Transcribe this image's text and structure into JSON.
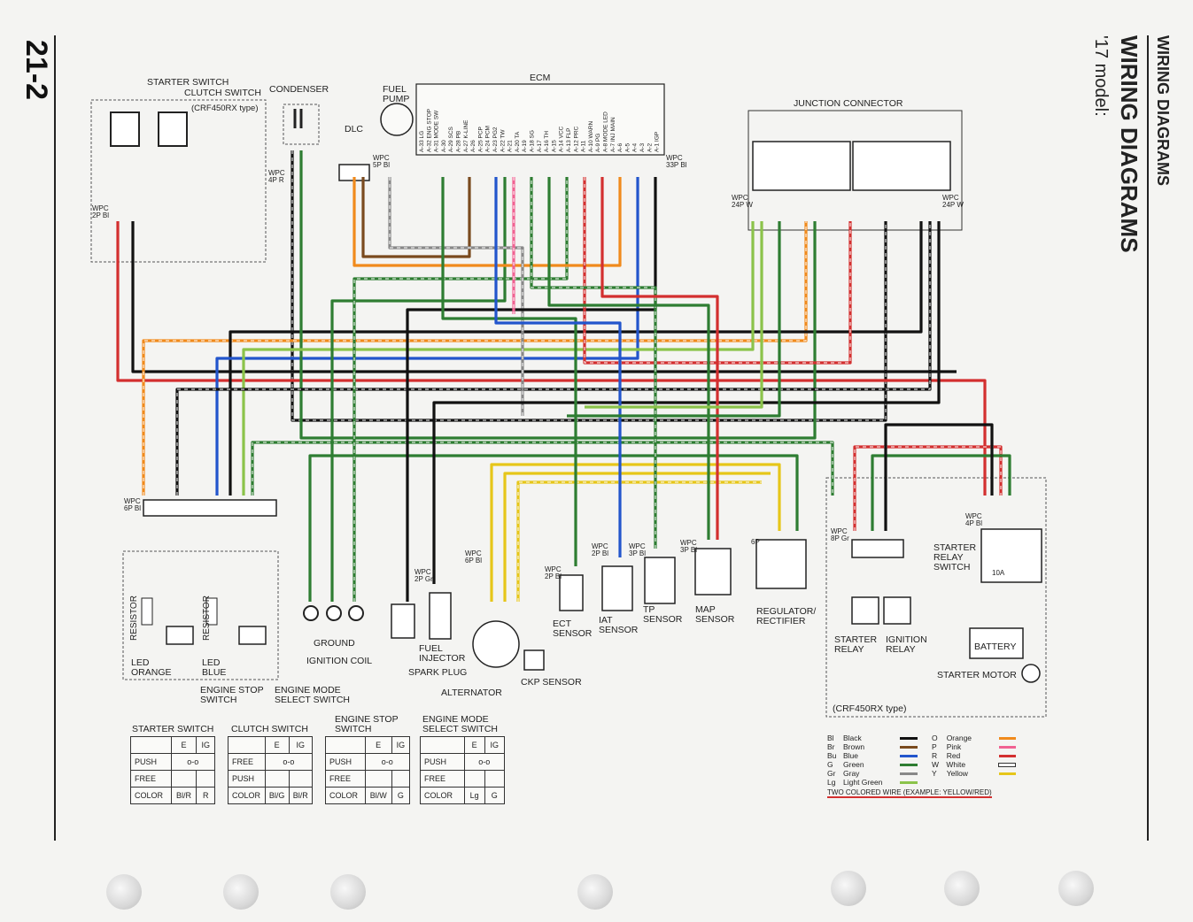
{
  "header": {
    "section": "WIRING DIAGRAMS",
    "title": "WIRING DIAGRAMS",
    "model": "'17 model:",
    "page_number": "21-2"
  },
  "components": {
    "ecm": "ECM",
    "junction_connector": "JUNCTION CONNECTOR",
    "starter_switch": "STARTER SWITCH",
    "clutch_switch": "CLUTCH SWITCH",
    "crf_type": "(CRF450RX type)",
    "condenser": "CONDENSER",
    "fuel_pump": "FUEL PUMP",
    "dlc": "DLC",
    "ground": "GROUND",
    "ignition_coil": "IGNITION COIL",
    "fuel_injector": "FUEL INJECTOR",
    "spark_plug": "SPARK PLUG",
    "alternator": "ALTERNATOR",
    "ckp_sensor": "CKP SENSOR",
    "ect_sensor": "ECT SENSOR",
    "iat_sensor": "IAT SENSOR",
    "tp_sensor": "TP SENSOR",
    "map_sensor": "MAP SENSOR",
    "regulator": "REGULATOR/ RECTIFIER",
    "starter_relay": "STARTER RELAY",
    "ignition_relay": "IGNITION RELAY",
    "starter_relay_switch": "STARTER RELAY SWITCH",
    "battery": "BATTERY",
    "starter_motor": "STARTER MOTOR",
    "crf_type_box": "(CRF450RX type)",
    "resistor": "RESISTOR",
    "led_orange": "LED ORANGE",
    "led_blue": "LED BLUE",
    "engine_stop_switch": "ENGINE STOP SWITCH",
    "engine_mode_select": "ENGINE MODE SELECT SWITCH",
    "fuse": "10A"
  },
  "connectors": {
    "wpc_2p": "WPC 2P Bl",
    "wpc_4p": "WPC 4P R",
    "wpc_5p": "WPC 5P Bl",
    "wpc_33p": "WPC 33P Bl",
    "wpc_24p_w_left": "WPC 24P W",
    "wpc_24p_w_right": "WPC 24P W",
    "wpc_6p": "WPC 6P Bl",
    "wpc_2p_gr": "WPC 2P Gr",
    "wpc_6p_bl": "WPC 6P Bl",
    "wpc_2p_ect": "WPC 2P Bl",
    "wpc_2p_iat": "WPC 2P Bl",
    "wpc_3p_tp": "WPC 3P Bl",
    "wpc_3p_map": "WPC 3P Bl",
    "six_p": "6P",
    "wpc_8p": "WPC 8P Gr",
    "wpc_4p_bl": "WPC 4P Bl"
  },
  "tables": [
    {
      "title": "STARTER SWITCH",
      "cols": [
        "",
        "E",
        "IG"
      ],
      "rows": [
        [
          "PUSH",
          "o-o"
        ],
        [
          "FREE",
          ""
        ],
        [
          "COLOR",
          "Bl/R",
          "R"
        ]
      ]
    },
    {
      "title": "CLUTCH SWITCH",
      "cols": [
        "",
        "E",
        "IG"
      ],
      "rows": [
        [
          "FREE",
          "o-o"
        ],
        [
          "PUSH",
          ""
        ],
        [
          "COLOR",
          "Bl/G",
          "Bl/R"
        ]
      ]
    },
    {
      "title": "ENGINE STOP SWITCH",
      "cols": [
        "",
        "E",
        "IG"
      ],
      "rows": [
        [
          "PUSH",
          "o-o"
        ],
        [
          "FREE",
          ""
        ],
        [
          "COLOR",
          "Bl/W",
          "G"
        ]
      ]
    },
    {
      "title": "ENGINE MODE SELECT SWITCH",
      "cols": [
        "",
        "E",
        "IG"
      ],
      "rows": [
        [
          "PUSH",
          "o-o"
        ],
        [
          "FREE",
          ""
        ],
        [
          "COLOR",
          "Lg",
          "G"
        ]
      ]
    }
  ],
  "legend": {
    "left": [
      {
        "code": "Bl",
        "name": "Black",
        "color": "#111111"
      },
      {
        "code": "Br",
        "name": "Brown",
        "color": "#7a4a1e"
      },
      {
        "code": "Bu",
        "name": "Blue",
        "color": "#2255cc"
      },
      {
        "code": "G",
        "name": "Green",
        "color": "#2e7d32"
      },
      {
        "code": "Gr",
        "name": "Gray",
        "color": "#888888"
      },
      {
        "code": "Lg",
        "name": "Light Green",
        "color": "#8bc34a"
      }
    ],
    "right": [
      {
        "code": "O",
        "name": "Orange",
        "color": "#f08a1c"
      },
      {
        "code": "P",
        "name": "Pink",
        "color": "#f06292"
      },
      {
        "code": "R",
        "name": "Red",
        "color": "#d32f2f"
      },
      {
        "code": "W",
        "name": "White",
        "color": "#ffffff"
      },
      {
        "code": "Y",
        "name": "Yellow",
        "color": "#e6c619"
      }
    ],
    "two_colored": "TWO COLORED WIRE (EXAMPLE: YELLOW/RED)"
  },
  "ecm_pins": [
    "A-33",
    "A-32",
    "A-31",
    "A-30",
    "A-29",
    "A-28",
    "A-27",
    "A-26",
    "A-25",
    "A-24",
    "A-23",
    "A-22",
    "A-21",
    "A-20",
    "A-19",
    "A-18",
    "A-17",
    "A-16",
    "A-15",
    "A-14",
    "A-13",
    "A-12",
    "A-11",
    "A-10",
    "A-9",
    "A-8",
    "A-7",
    "A-6",
    "A-5",
    "A-4",
    "A-3",
    "A-2",
    "A-1"
  ],
  "ecm_functions": [
    "LG",
    "ENG STOP",
    "MODE SW",
    "",
    "SCS",
    "PB",
    "K-LINE",
    "",
    "PCP",
    "PCM",
    "PG2",
    "TW",
    "",
    "TA",
    "",
    "SG",
    "",
    "TH",
    "",
    "VCC",
    "FLP",
    "PRC",
    "",
    "WARN",
    "PG",
    "MODE LED",
    "INJ MAIN",
    "",
    "",
    "",
    "",
    "",
    "IGP"
  ]
}
